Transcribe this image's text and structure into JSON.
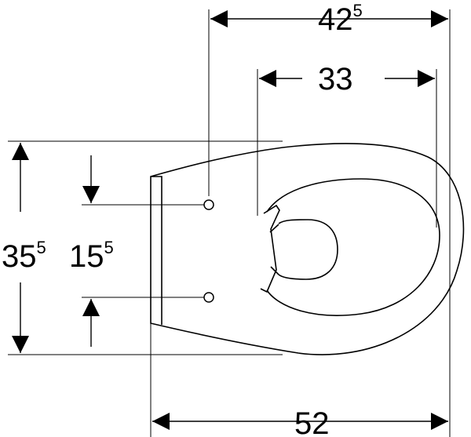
{
  "dimensions": {
    "top_width": {
      "main": "42",
      "sup": "5"
    },
    "inner_width": {
      "main": "33"
    },
    "bottom_width": {
      "main": "52"
    },
    "left_height": {
      "main": "35",
      "sup": "5"
    },
    "hole_spacing": {
      "main": "15",
      "sup": "5"
    }
  },
  "colors": {
    "line": "#000000",
    "background": "#ffffff"
  }
}
